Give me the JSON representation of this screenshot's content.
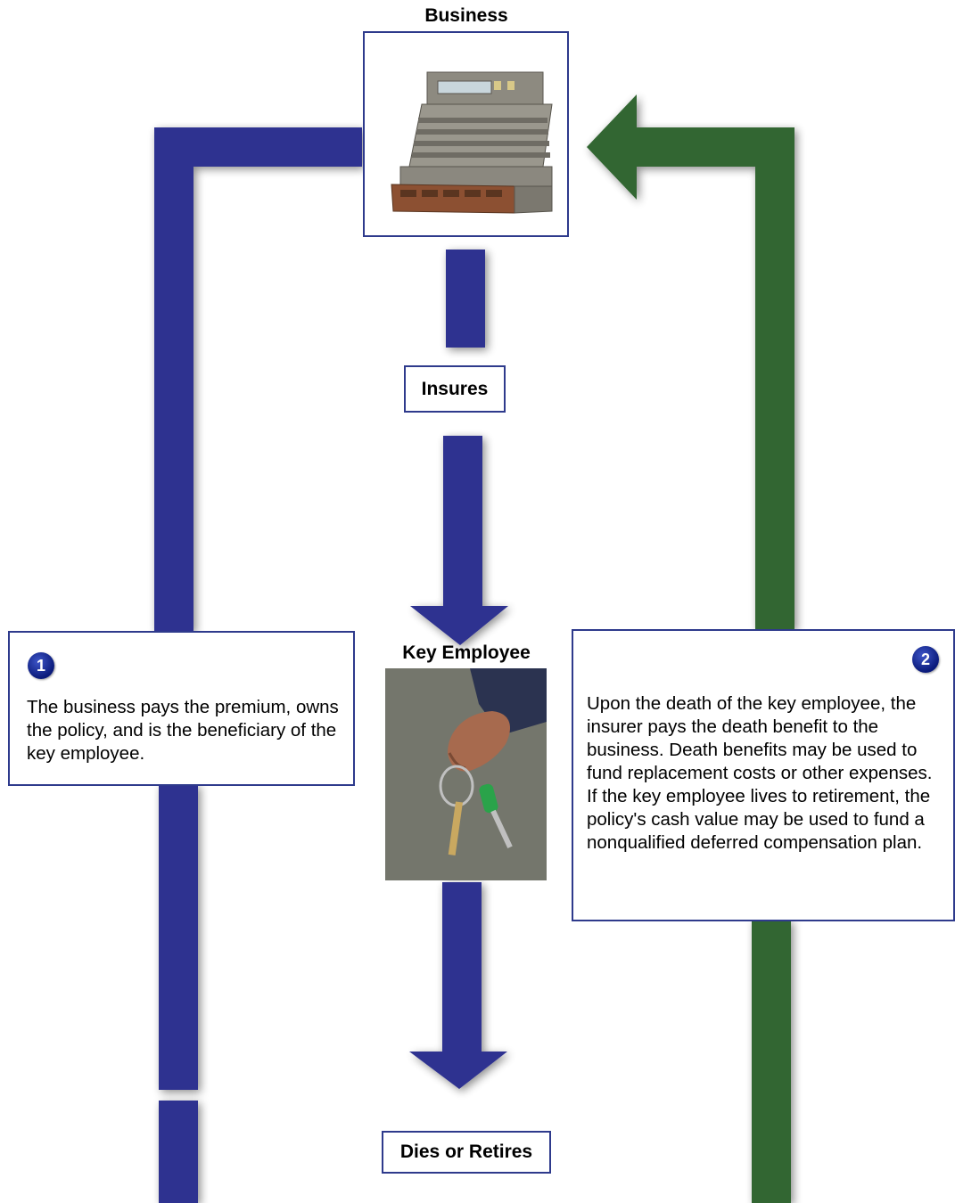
{
  "nodes": {
    "business": "Business",
    "insures": "Insures",
    "key_employee": "Key Employee",
    "dies_or_retires": "Dies or Retires"
  },
  "callouts": {
    "one": {
      "number": "1",
      "text": "The business pays the premium, owns the policy, and is the beneficiary of the key employee."
    },
    "two": {
      "number": "2",
      "text": "Upon the death of the key employee, the insurer pays the death benefit to the business. Death benefits may be used to fund replacement costs or other expenses. If the key employee lives to retirement, the policy's cash value may be used to fund a nonqualified deferred compensation plan."
    }
  },
  "images": {
    "business": "cash-register-image",
    "key_employee": "hand-holding-keys-image"
  },
  "colors": {
    "blue_arrow": "#2e3190",
    "green_arrow": "#336633",
    "box_border": "#2e3a8c"
  }
}
